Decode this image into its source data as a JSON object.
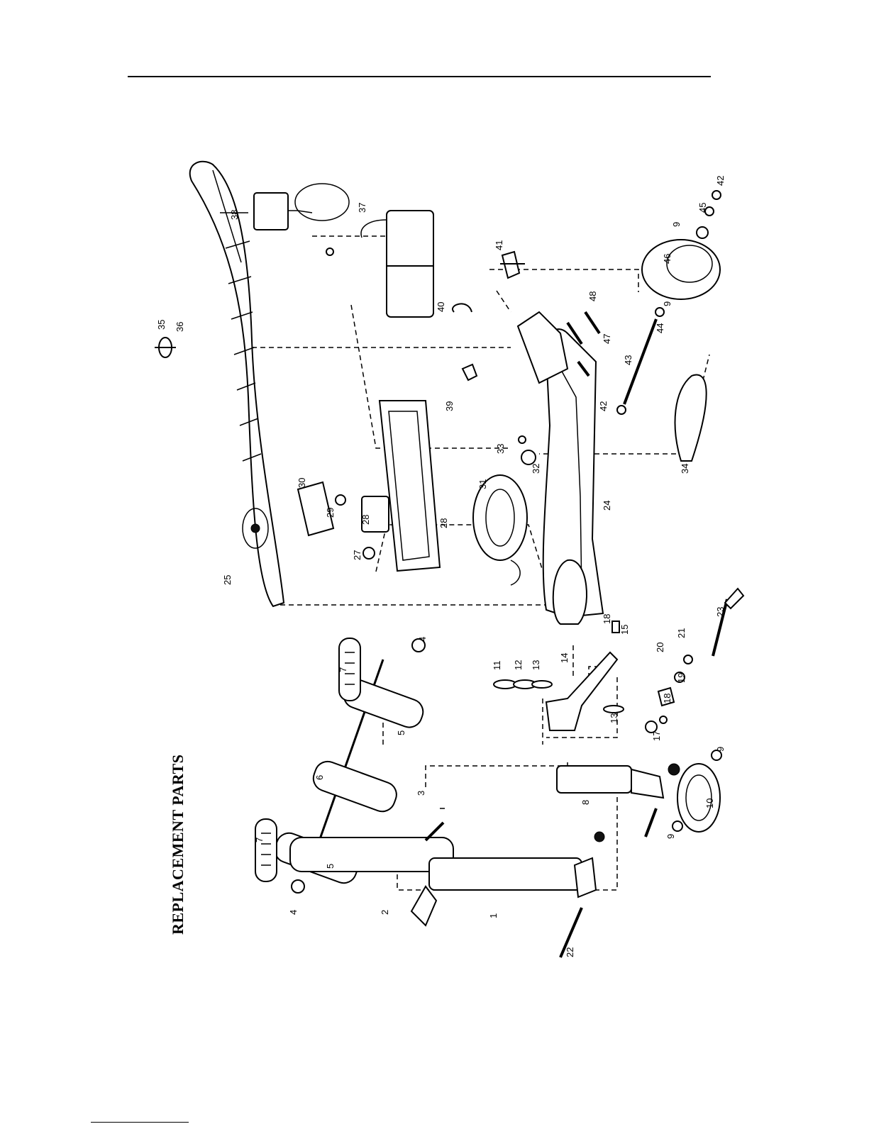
{
  "title": "REPLACEMENT PARTS",
  "part_labels": [
    "1",
    "2",
    "3",
    "4",
    "4",
    "5",
    "5",
    "6",
    "7",
    "7",
    "8",
    "9",
    "9",
    "9",
    "9",
    "10",
    "11",
    "12",
    "13",
    "13",
    "14",
    "15",
    "17",
    "18",
    "18",
    "19",
    "20",
    "21",
    "22",
    "23",
    "24",
    "25",
    "27",
    "28",
    "28",
    "29",
    "30",
    "31",
    "32",
    "33",
    "34",
    "35",
    "36",
    "37",
    "38",
    "39",
    "40",
    "41",
    "42",
    "42",
    "43",
    "44",
    "45",
    "46",
    "47",
    "48"
  ]
}
